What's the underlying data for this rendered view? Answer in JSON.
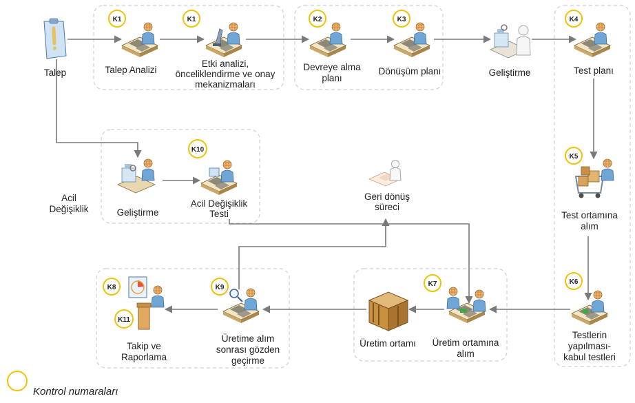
{
  "nodes": {
    "talep": "Talep",
    "talep_analizi": "Talep Analizi",
    "etki_analizi": [
      "Etki analizi,",
      "önceliklendirme ve onay",
      "mekanizmaları"
    ],
    "devreye_alma": [
      "Devreye alma",
      "planı"
    ],
    "donusum_plani": "Dönüşüm planı",
    "gelistirme_top": "Geliştirme",
    "test_plani": "Test planı",
    "acil_degisiklik": [
      "Acil",
      "Değişiklik"
    ],
    "gelistirme_mid": "Geliştirme",
    "acil_degisiklik_testi": [
      "Acil Değişiklik",
      "Testi"
    ],
    "geri_donus": [
      "Geri dönüş",
      "süreci"
    ],
    "test_ortamina_alim": [
      "Test ortamına",
      "alım"
    ],
    "testlerin": [
      "Testlerin",
      "yapılması-",
      "kabul testleri"
    ],
    "uretim_ortamina_alim": [
      "Üretim ortamına",
      "alım"
    ],
    "uretim_ortami": "Üretim ortamı",
    "uretime_alim_sonrasi": [
      "Üretime alım",
      "sonrası gözden",
      "geçirme"
    ],
    "takip_raporlama": [
      "Takip ve",
      "Raporlama"
    ]
  },
  "badges": {
    "k1a": "K1",
    "k1b": "K1",
    "k2": "K2",
    "k3": "K3",
    "k4": "K4",
    "k5": "K5",
    "k6": "K6",
    "k7": "K7",
    "k8": "K8",
    "k9": "K9",
    "k10": "K10",
    "k11": "K11"
  },
  "legend": {
    "label": "Kontrol numaraları"
  },
  "colors": {
    "badge_ring": "#f0c20a",
    "arrow": "#808080",
    "group_border": "#cfcfcf"
  }
}
